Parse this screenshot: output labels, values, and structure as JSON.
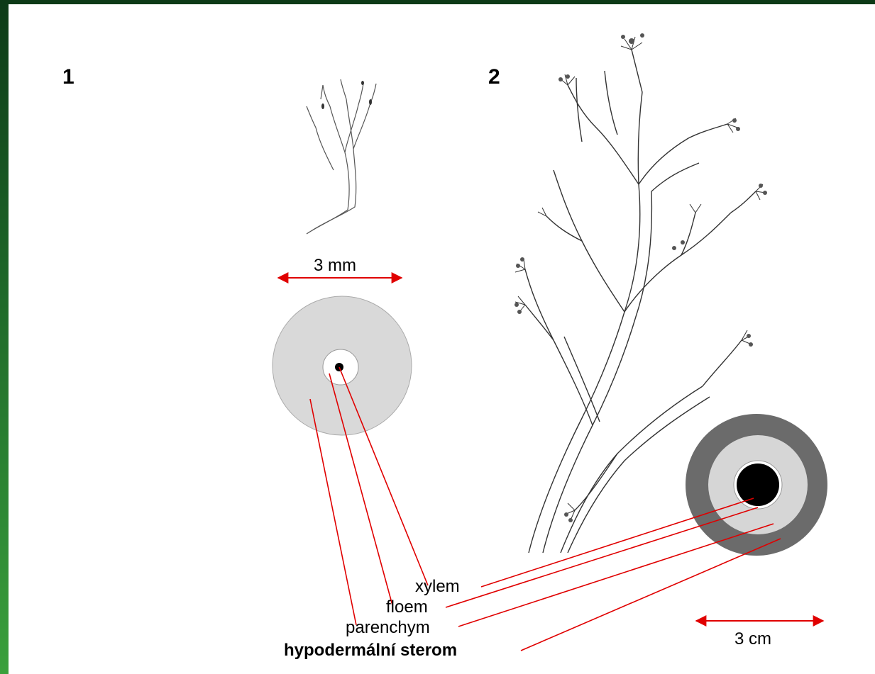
{
  "panels": [
    {
      "number": "1",
      "scale": "3 mm"
    },
    {
      "number": "2",
      "scale": "3 cm"
    }
  ],
  "labels": {
    "xylem": "xylem",
    "floem": "floem",
    "parenchym": "parenchym",
    "sterom": "hypodermální sterom"
  },
  "colors": {
    "pointer": "#e00000",
    "xylem": "#000000",
    "floem": "#ffffff",
    "parenchym_1": "#d9d9d9",
    "parenchym_2": "#d6d6d6",
    "sterom": "#6b6b6b"
  }
}
